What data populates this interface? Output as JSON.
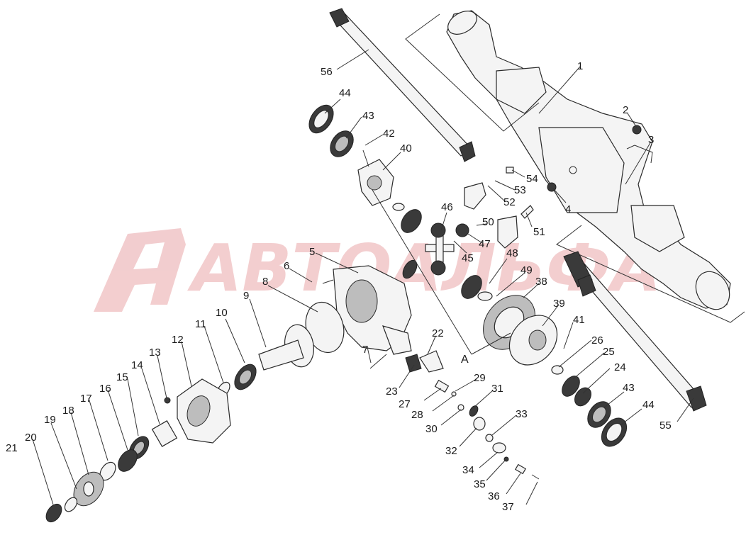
{
  "watermark": {
    "text": "АВТОАЛЬФА",
    "color": "#e9a5a8"
  },
  "labels": {
    "p1": "1",
    "p2": "2",
    "p3": "3",
    "p4": "4",
    "p5": "5",
    "p6": "6",
    "p7": "7",
    "p8": "8",
    "p9": "9",
    "p10": "10",
    "p11": "11",
    "p12": "12",
    "p13": "13",
    "p14": "14",
    "p15": "15",
    "p16": "16",
    "p17": "17",
    "p18": "18",
    "p19": "19",
    "p20": "20",
    "p21": "21",
    "p22": "22",
    "p23": "23",
    "p24": "24",
    "p25": "25",
    "p26": "26",
    "p27": "27",
    "p28": "28",
    "p29": "29",
    "p30": "30",
    "p31": "31",
    "p32": "32",
    "p33": "33",
    "p34": "34",
    "p35": "35",
    "p36": "36",
    "p37": "37",
    "p38": "38",
    "p39": "39",
    "p40": "40",
    "p41": "41",
    "p42": "42",
    "p43a": "43",
    "p43b": "43",
    "p44a": "44",
    "p44b": "44",
    "p45": "45",
    "p46": "46",
    "p47": "47",
    "p48": "48",
    "p49": "49",
    "p50": "50",
    "p51": "51",
    "p52": "52",
    "p53": "53",
    "p54": "54",
    "p55": "55",
    "p56": "56",
    "pA": "A"
  }
}
